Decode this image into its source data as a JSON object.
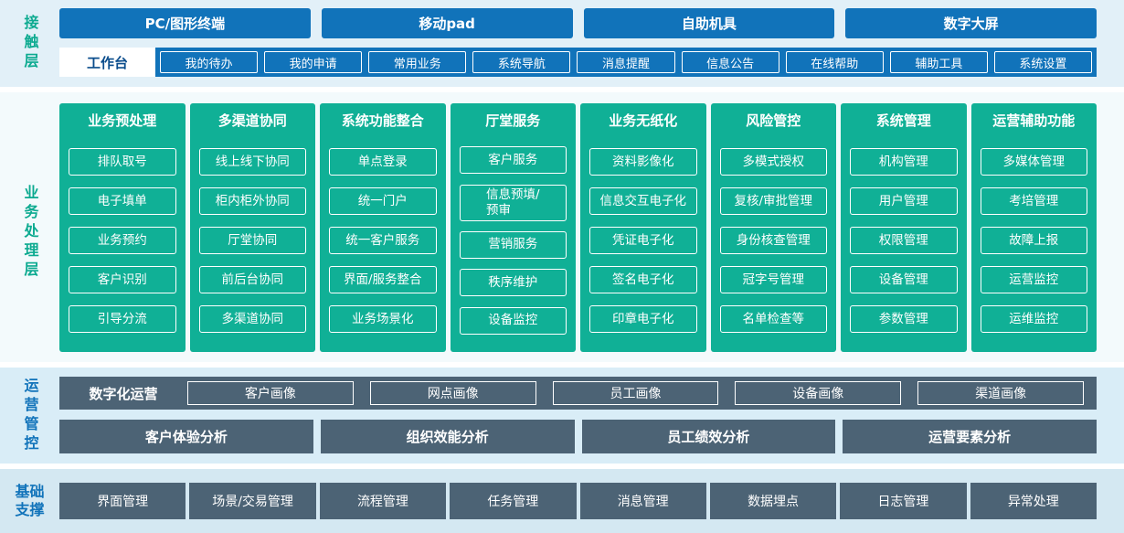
{
  "colors": {
    "blue": "#1173ba",
    "navy": "#0b4d8c",
    "teal": "#10b096",
    "teal-text": "#0caa90",
    "slate": "#4c6375",
    "bg1": "#e2f0f8",
    "bg2": "#f3fafc",
    "bg3": "#d9edf7",
    "bg4": "#d4e8f2"
  },
  "layers": {
    "contact": {
      "label": "接触层",
      "terminals": [
        "PC/图形终端",
        "移动pad",
        "自助机具",
        "数字大屏"
      ],
      "workbench_label": "工作台",
      "workbench_items": [
        "我的待办",
        "我的申请",
        "常用业务",
        "系统导航",
        "消息提醒",
        "信息公告",
        "在线帮助",
        "辅助工具",
        "系统设置"
      ]
    },
    "business": {
      "label": "业务处理层",
      "columns": [
        {
          "title": "业务预处理",
          "items": [
            "排队取号",
            "电子填单",
            "业务预约",
            "客户识别",
            "引导分流"
          ]
        },
        {
          "title": "多渠道协同",
          "items": [
            "线上线下协同",
            "柜内柜外协同",
            "厅堂协同",
            "前后台协同",
            "多渠道协同"
          ]
        },
        {
          "title": "系统功能整合",
          "items": [
            "单点登录",
            "统一门户",
            "统一客户服务",
            "界面/服务整合",
            "业务场景化"
          ]
        },
        {
          "title": "厅堂服务",
          "items": [
            "客户服务",
            "信息预填/\n预审",
            "营销服务",
            "秩序维护",
            "设备监控"
          ]
        },
        {
          "title": "业务无纸化",
          "items": [
            "资料影像化",
            "信息交互电子化",
            "凭证电子化",
            "签名电子化",
            "印章电子化"
          ]
        },
        {
          "title": "风险管控",
          "items": [
            "多模式授权",
            "复核/审批管理",
            "身份核查管理",
            "冠字号管理",
            "名单检查等"
          ]
        },
        {
          "title": "系统管理",
          "items": [
            "机构管理",
            "用户管理",
            "权限管理",
            "设备管理",
            "参数管理"
          ]
        },
        {
          "title": "运营辅助功能",
          "items": [
            "多媒体管理",
            "考培管理",
            "故障上报",
            "运营监控",
            "运维监控"
          ]
        }
      ]
    },
    "operations": {
      "label": "运营管控",
      "digital_label": "数字化运营",
      "portraits": [
        "客户画像",
        "网点画像",
        "员工画像",
        "设备画像",
        "渠道画像"
      ],
      "analyses": [
        "客户体验分析",
        "组织效能分析",
        "员工绩效分析",
        "运营要素分析"
      ]
    },
    "foundation": {
      "label": "基础支撑",
      "items": [
        "界面管理",
        "场景/交易管理",
        "流程管理",
        "任务管理",
        "消息管理",
        "数据埋点",
        "日志管理",
        "异常处理"
      ]
    }
  }
}
